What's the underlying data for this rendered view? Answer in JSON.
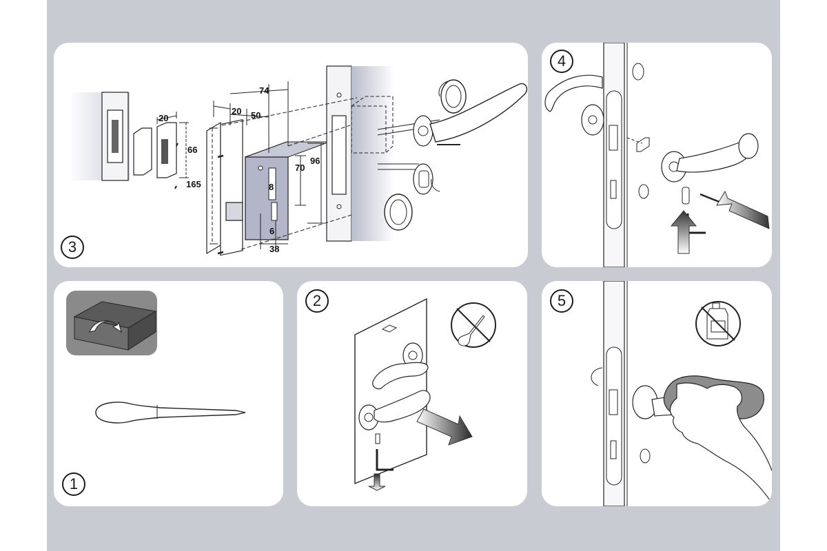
{
  "steps": {
    "s1": "1",
    "s2": "2",
    "s3": "3",
    "s4": "4",
    "s5": "5"
  },
  "dimensions": {
    "strike_width": "20",
    "strike_height": "66",
    "lock_total_depth": "74",
    "faceplate_offset": "20",
    "backset": "50",
    "faceplate_height": "165",
    "spindle_square": "8",
    "spindle_to_key": "70",
    "case_height": "96",
    "key_hole": "6",
    "case_depth": "38"
  },
  "colors": {
    "panel_bg": "#ffffff",
    "frame_bg": "#c8cbd2",
    "line": "#1a1a1a",
    "lock_case": "#a8acbf",
    "tool_card": "#8a8a8a"
  }
}
